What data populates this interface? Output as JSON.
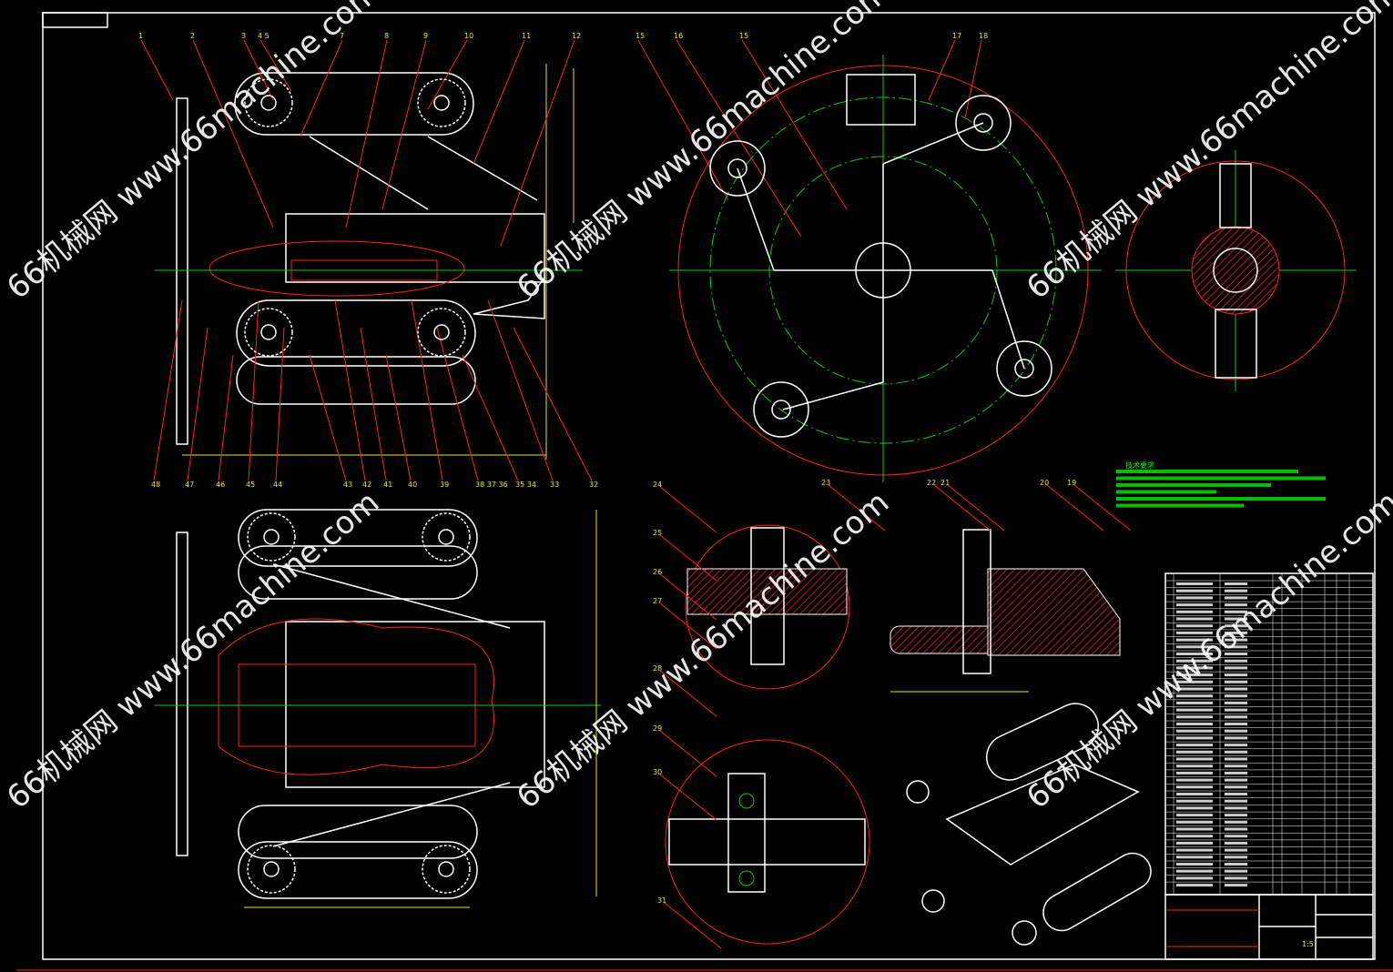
{
  "drawing": {
    "watermark": "66机械网 www.66machine.com",
    "notes_title": "技术要求",
    "notes_line_count": 6,
    "colors": {
      "background": "#000000",
      "outline": "#ffffff",
      "section": "#ff2020",
      "centerline": "#00d000",
      "dimension": "#e8e800"
    },
    "top_labels": [
      "1",
      "2",
      "3",
      "4 5",
      "7",
      "8",
      "9",
      "10",
      "11",
      "12",
      "15",
      "16",
      "15",
      "17",
      "18"
    ],
    "bottom_labels": [
      "48",
      "47",
      "46",
      "45",
      "44",
      "43",
      "42",
      "41",
      "40",
      "39",
      "38 37 36",
      "35 34",
      "33",
      "32"
    ],
    "detail_labels": [
      "24",
      "25",
      "26",
      "27",
      "28",
      "29",
      "30",
      "31",
      "23",
      "22",
      "21",
      "20",
      "19"
    ],
    "parts_list_rows": 44,
    "title_block": {
      "scale_label": "1:5"
    }
  }
}
